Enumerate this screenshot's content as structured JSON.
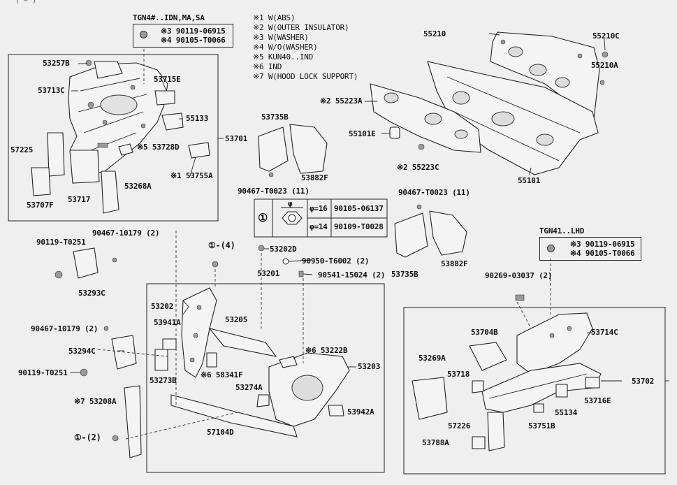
{
  "top_fragment": "(  ~  )",
  "header": {
    "variant_top": "TGN4#..IDN,MA,SA",
    "variant_lhd": "TGN41..LHD"
  },
  "legend": [
    "※1 W(ABS)",
    "※2 W(OUTER INSULATOR)",
    "※3 W(WASHER)",
    "※4 W/O(WASHER)",
    "※5 KUN40..IND",
    "※6 IND",
    "※7 W(HOOD LOCK SUPPORT)"
  ],
  "bolt_box_top": {
    "line1": "※3 90119-06915",
    "line2": "※4 90105-T0066"
  },
  "bolt_box_lhd": {
    "line1": "※3 90119-06915",
    "line2": "※4 90105-T0066"
  },
  "spec_table": {
    "marker": "①",
    "phi": "φ",
    "row1": {
      "size": "φ=16",
      "part": "90105-06137"
    },
    "row2": {
      "size": "φ=14",
      "part": "90109-T0028"
    }
  },
  "labels": {
    "p53257B": "53257B",
    "p53713C": "53713C",
    "p53715E": "53715E",
    "p55133": "55133",
    "p53728D": "※5 53728D",
    "p53701": "53701",
    "p57225": "57225",
    "p53755A": "※1 53755A",
    "p53268A": "53268A",
    "p53707F": "53707F",
    "p53717": "53717",
    "p53735B_top": "53735B",
    "p53882F_top": "53882F",
    "p90467_T0023_a": "90467-T0023 (11)",
    "p90467_T0023_b": "90467-T0023 (11)",
    "p53735B_mid": "53735B",
    "p53882F_mid": "53882F",
    "p55210": "55210",
    "p55210C": "55210C",
    "p55210A": "55210A",
    "p55223A": "※2 55223A",
    "p55101E": "55101E",
    "p55223C": "※2 55223C",
    "p55101": "55101",
    "p90119_T0251_a": "90119-T0251",
    "p90467_10179_a": "90467-10179 (2)",
    "p53293C": "53293C",
    "p1_4": "①-(4)",
    "p53202D": "53202D",
    "p90950": "90950-T6002 (2)",
    "p53201": "53201",
    "p90541": "90541-15024 (2)",
    "p53202": "53202",
    "p53941A": "53941A",
    "p53205": "53205",
    "p53222B": "※6 53222B",
    "p53203": "53203",
    "p90467_10179_b": "90467-10179 (2)",
    "p53294C": "53294C",
    "p90119_T0251_b": "90119-T0251",
    "p58341F": "※6 58341F",
    "p53273B": "53273B",
    "p53274A": "53274A",
    "p53208A": "※7 53208A",
    "p53942A": "53942A",
    "p57104D": "57104D",
    "p1_2": "①-(2)",
    "p90269": "90269-03037 (2)",
    "p53704B": "53704B",
    "p53714C": "53714C",
    "p53269A": "53269A",
    "p53718": "53718",
    "p53702": "53702",
    "p53716E": "53716E",
    "p55134": "55134",
    "p53751B": "53751B",
    "p57226": "57226",
    "p53788A": "53788A"
  }
}
